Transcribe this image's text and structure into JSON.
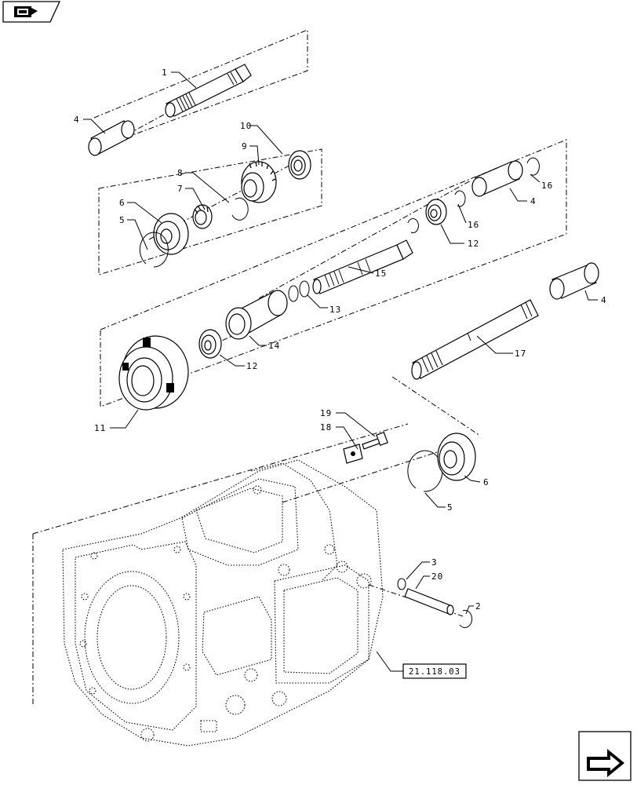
{
  "nav": {
    "back_icon": "bookmark-back-icon",
    "next_icon": "next-page-arrow-icon"
  },
  "reference": {
    "label": "21.118.03"
  },
  "callouts": {
    "c1": "1",
    "c2": "2",
    "c3": "3",
    "c4a": "4",
    "c4b": "4",
    "c4c": "4",
    "c5a": "5",
    "c5b": "5",
    "c6a": "6",
    "c6b": "6",
    "c7": "7",
    "c8": "8",
    "c9": "9",
    "c10": "10",
    "c11": "11",
    "c12a": "12",
    "c12b": "12",
    "c13": "13",
    "c14": "14",
    "c15": "15",
    "c16a": "16",
    "c16b": "16",
    "c17": "17",
    "c18": "18",
    "c19": "19",
    "c20": "20"
  }
}
